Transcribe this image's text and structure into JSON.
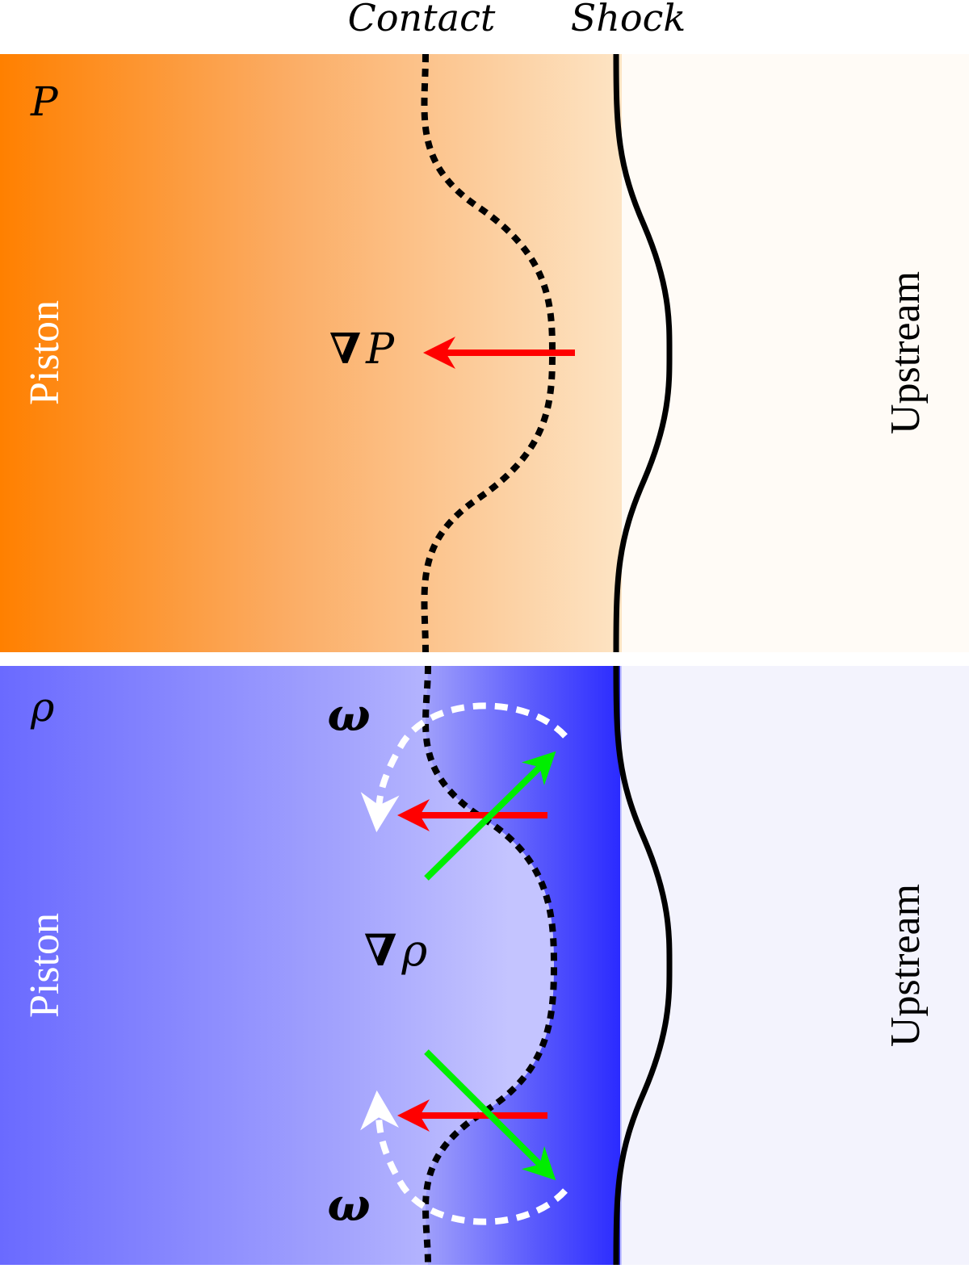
{
  "header": {
    "contact_label": "Contact",
    "shock_label": "Shock"
  },
  "top_panel": {
    "variable_label": "P",
    "piston_label": "Piston",
    "upstream_label": "Upstream",
    "gradient_nabla": "∇",
    "gradient_symbol": "P",
    "gradient_color": "#ff0000",
    "gradient_from": "#ff8000",
    "gradient_to": "#fde4c4",
    "upstream_color": "#fffbf6"
  },
  "bottom_panel": {
    "variable_label": "ρ",
    "piston_label": "Piston",
    "upstream_label": "Upstream",
    "gradient_nabla": "∇",
    "gradient_symbol": "ρ",
    "vorticity_label_top": "ω",
    "vorticity_label_bottom": "ω",
    "pressure_arrow_color": "#ff0000",
    "density_arrow_color": "#00ee00",
    "vorticity_color": "#ffffff",
    "gradient_from": "#6a6aff",
    "gradient_mid": "#c4c4ff",
    "gradient_dense": "#2a2aff",
    "upstream_color": "#f3f3fd"
  },
  "line_color": "#000000"
}
